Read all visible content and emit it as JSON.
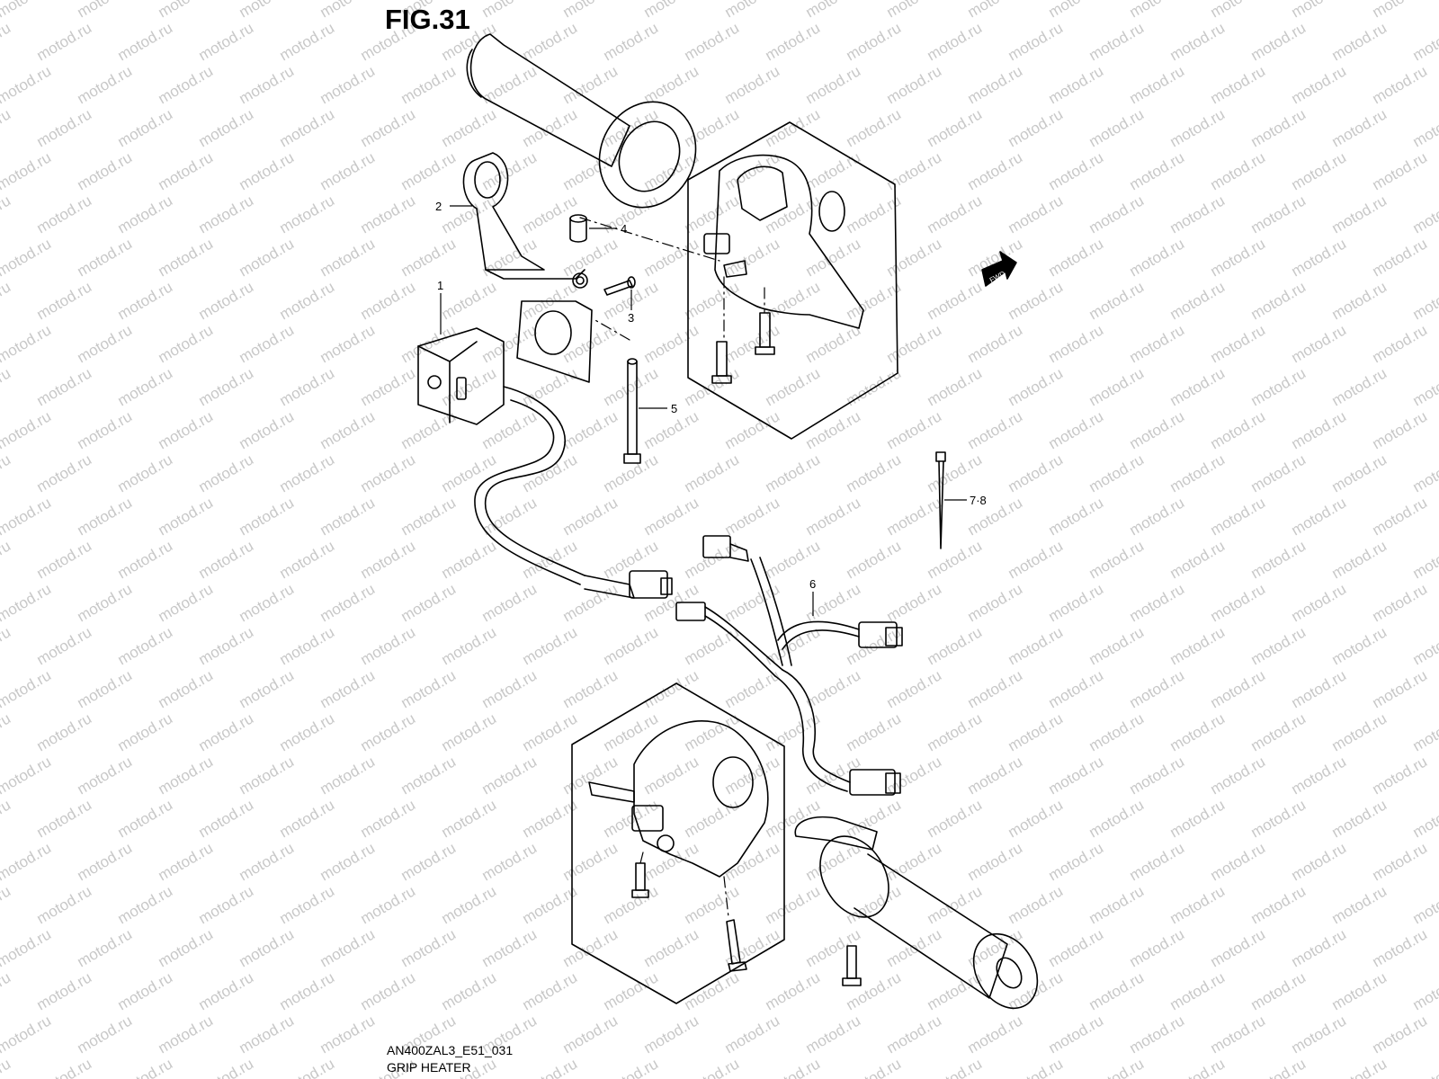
{
  "figure": {
    "title": "FIG.31",
    "code": "AN400ZAL3_E51_031",
    "name": "GRIP HEATER"
  },
  "watermark": "motod.ru",
  "direction_label": "FWD",
  "callouts": [
    {
      "id": "c1",
      "label": "1"
    },
    {
      "id": "c2",
      "label": "2"
    },
    {
      "id": "c3",
      "label": "3"
    },
    {
      "id": "c4",
      "label": "4"
    },
    {
      "id": "c5",
      "label": "5"
    },
    {
      "id": "c6",
      "label": "6"
    },
    {
      "id": "c78",
      "label": "7·8"
    }
  ],
  "colors": {
    "line": "#000000",
    "watermark": "#c8c8c8",
    "background": "#ffffff"
  }
}
